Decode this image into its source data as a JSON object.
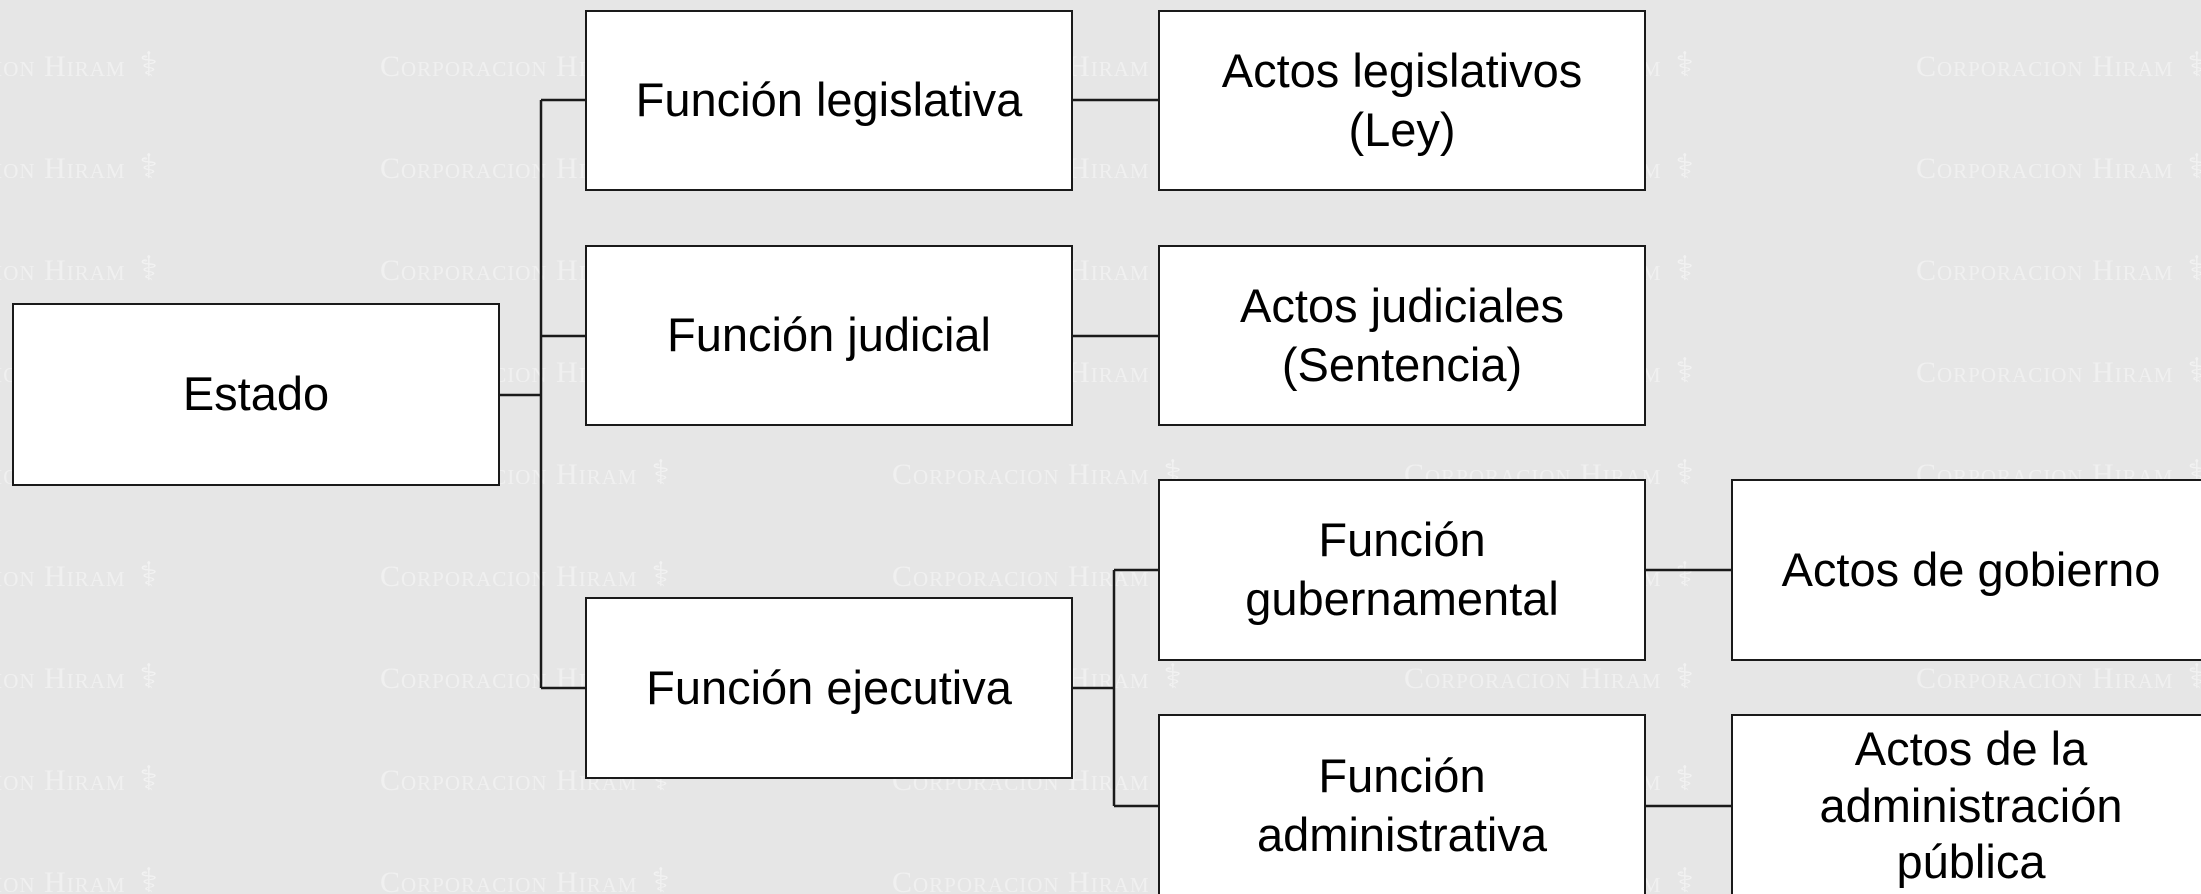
{
  "watermark": {
    "text": "Corporacion Hiram",
    "color": "#f0f0f0"
  },
  "diagram": {
    "line_color": "#1a1a1a",
    "box_fill": "#ffffff",
    "background": "#e6e6e6",
    "nodes": {
      "estado": {
        "label": "Estado"
      },
      "funcion_legislativa": {
        "label": "Función legislativa"
      },
      "funcion_judicial": {
        "label": "Función judicial"
      },
      "funcion_ejecutiva": {
        "label": "Función ejecutiva"
      },
      "actos_legislativos": {
        "label": "Actos legislativos\n(Ley)"
      },
      "actos_judiciales": {
        "label": "Actos judiciales\n(Sentencia)"
      },
      "funcion_gubernamental": {
        "label": "Función\ngubernamental"
      },
      "funcion_administrativa": {
        "label": "Función\nadministrativa"
      },
      "actos_gobierno": {
        "label": "Actos de gobierno"
      },
      "actos_administracion": {
        "label": "Actos de la\nadministración\npública"
      }
    },
    "edges": [
      [
        "estado",
        "funcion_legislativa"
      ],
      [
        "estado",
        "funcion_judicial"
      ],
      [
        "estado",
        "funcion_ejecutiva"
      ],
      [
        "funcion_legislativa",
        "actos_legislativos"
      ],
      [
        "funcion_judicial",
        "actos_judiciales"
      ],
      [
        "funcion_ejecutiva",
        "funcion_gubernamental"
      ],
      [
        "funcion_ejecutiva",
        "funcion_administrativa"
      ],
      [
        "funcion_gubernamental",
        "actos_gobierno"
      ],
      [
        "funcion_administrativa",
        "actos_administracion"
      ]
    ]
  }
}
